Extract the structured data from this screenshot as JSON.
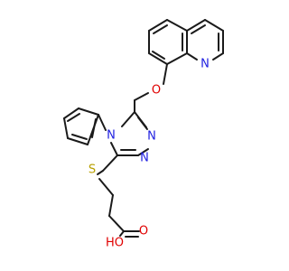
{
  "colors": {
    "bond": "#1a1a1a",
    "nitrogen": "#1f1fe0",
    "oxygen": "#e00000",
    "sulfur": "#b8a000",
    "hydrogen_on_oxygen": "#e00000"
  },
  "atom_labels": {
    "quinoline_n": "N",
    "ether_o": "O",
    "triazole_n4": "N",
    "triazole_n1": "N",
    "triazole_n2": "N",
    "thioether_s": "S",
    "carbonyl_o": "O",
    "hydroxyl": "HO"
  }
}
